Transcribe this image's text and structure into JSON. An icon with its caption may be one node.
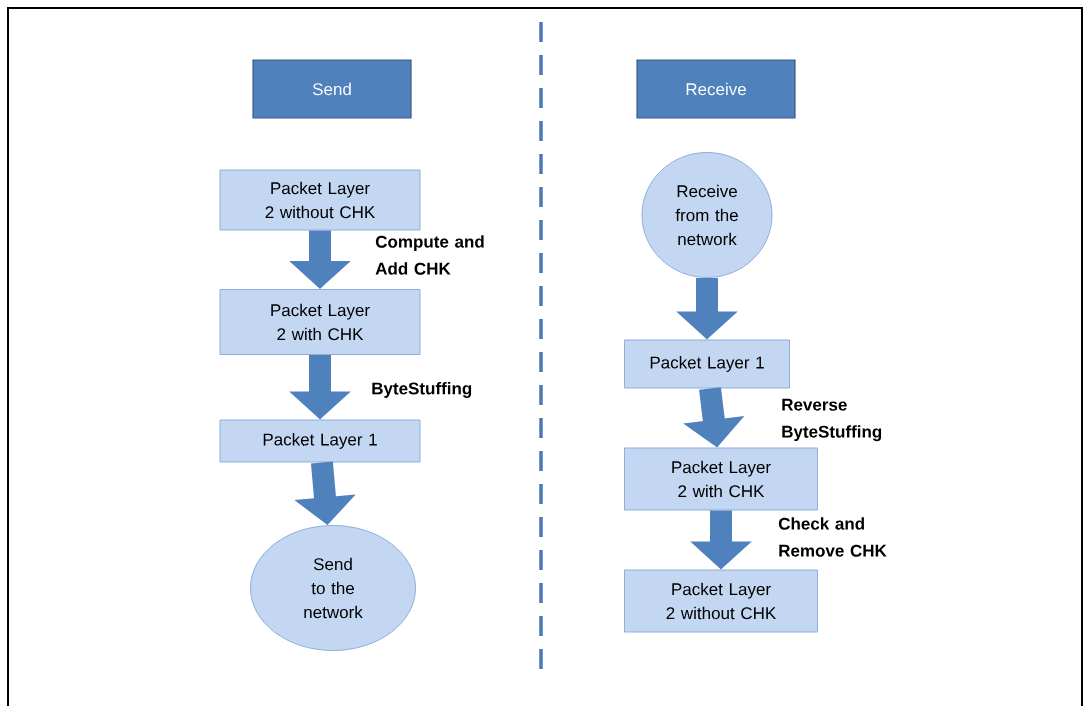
{
  "diagram": {
    "nodes": [
      {
        "text": [
          "Send"
        ]
      },
      {
        "text": [
          "Packet Layer 2 without CHK"
        ]
      },
      {
        "text": [
          "Packet Layer 2 with CHK"
        ]
      },
      {
        "text": [
          "Packet Layer 1"
        ]
      },
      {
        "text": [
          "Send to the network"
        ]
      },
      {
        "text": [
          "Receive"
        ]
      },
      {
        "text": [
          "Receive from the network"
        ]
      },
      {
        "text": [
          "Packet Layer 1"
        ]
      },
      {
        "text": [
          "Packet Layer 2 with CHK"
        ]
      },
      {
        "text": [
          "Packet Layer 2 without CHK"
        ]
      }
    ],
    "edges": [
      {
        "from": 1,
        "to": 2,
        "arrow": "to",
        "label": "Compute and Add CHK"
      },
      {
        "from": 2,
        "to": 3,
        "arrow": "to",
        "label": "ByteStuffing"
      },
      {
        "from": 3,
        "to": 4,
        "arrow": "to"
      },
      {
        "from": 6,
        "to": 7,
        "arrow": "to"
      },
      {
        "from": 7,
        "to": 8,
        "arrow": "to",
        "label": "Reverse ByteStuffing"
      },
      {
        "from": 8,
        "to": 9,
        "arrow": "to",
        "label": "Check and Remove CHK"
      }
    ]
  }
}
